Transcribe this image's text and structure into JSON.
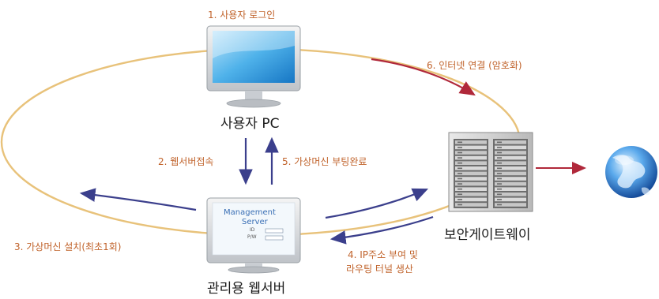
{
  "steps": {
    "s1": "1. 사용자 로그인",
    "s2": "2. 웹서버접속",
    "s3": "3. 가상머신 설치(최초1회)",
    "s4_line1": "4. IP주소 부여 및",
    "s4_line2": "라우팅 터널 생산",
    "s5": "5.  가상머신 부팅완료",
    "s6": "6. 인터넷 연결 (암호화)"
  },
  "nodes": {
    "user_pc": "사용자 PC",
    "web_server": "관리용 웹서버",
    "gateway": "보안게이트웨이"
  },
  "server_screen": {
    "line1": "Management",
    "line2": "Server",
    "id_label": "ID",
    "pw_label": "P/W"
  },
  "colors": {
    "loop": "#e8c27a",
    "arrow_blue": "#3b3f8c",
    "arrow_red": "#b0283a",
    "step_text": "#c0622a"
  },
  "icons": [
    "monitor-icon",
    "server-rack-icon",
    "globe-icon"
  ]
}
